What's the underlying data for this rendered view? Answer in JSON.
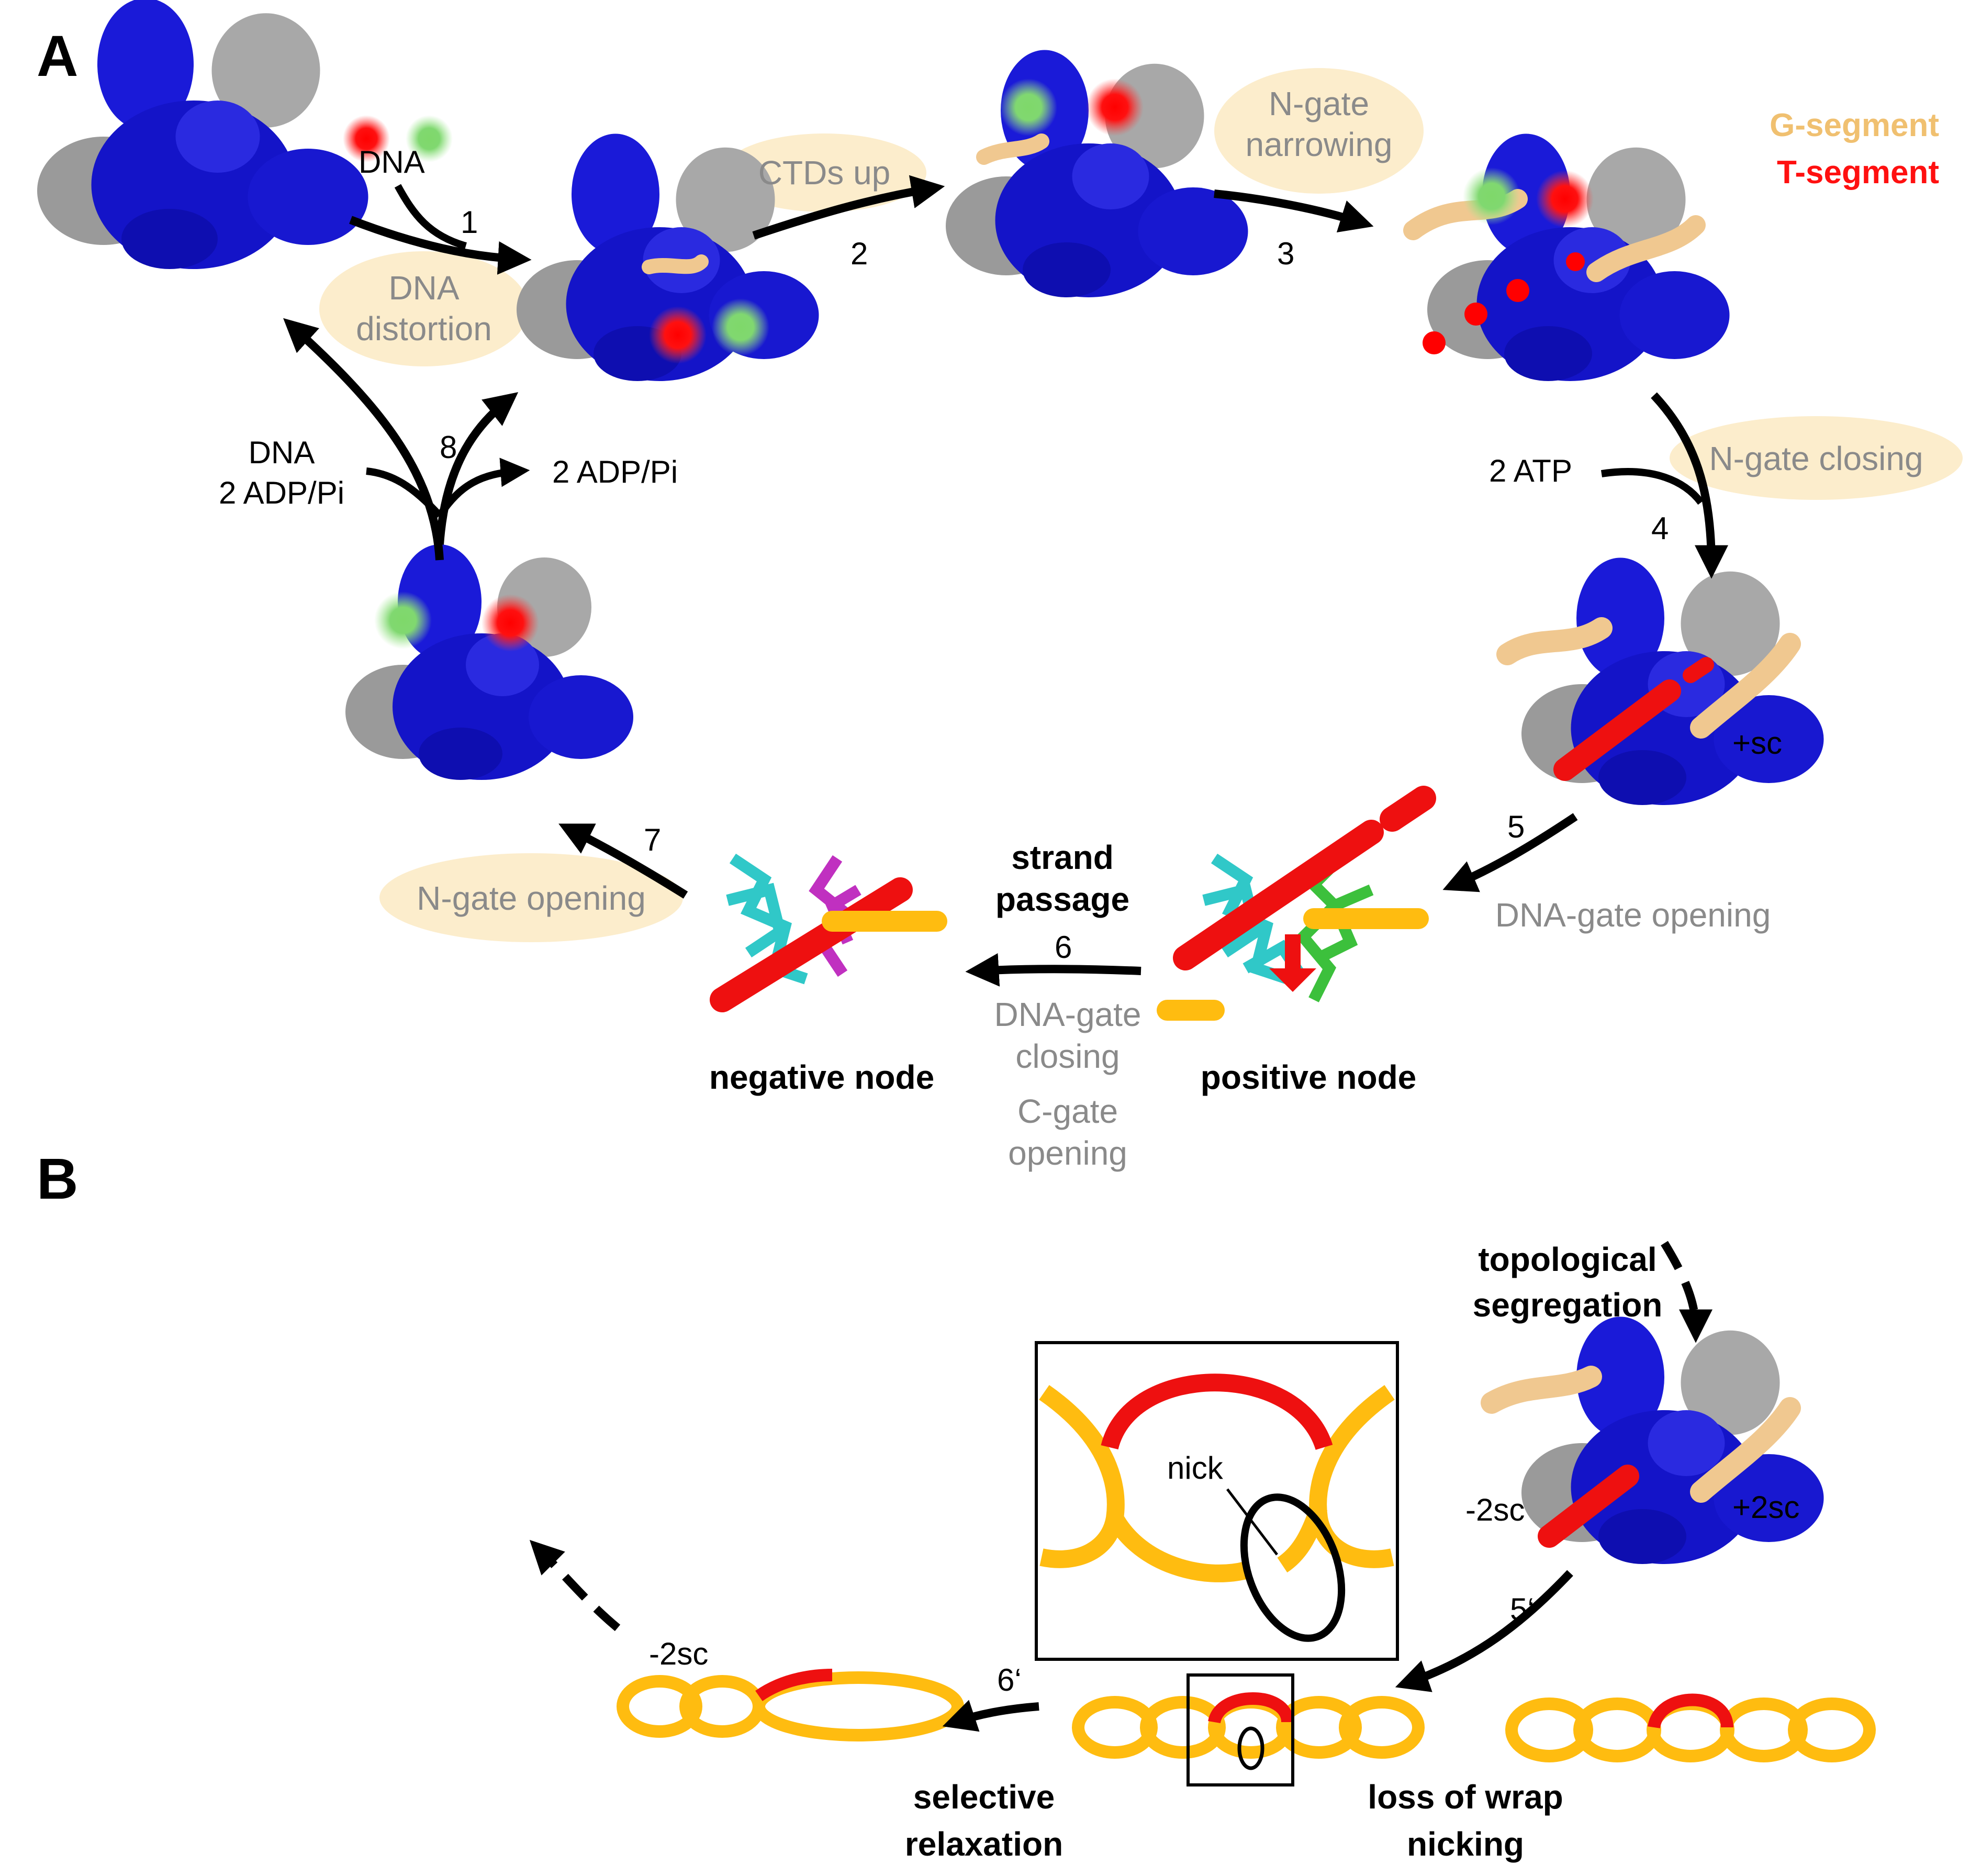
{
  "panels": {
    "a": "A",
    "b": "B"
  },
  "legend": {
    "g_segment": "G-segment",
    "t_segment": "T-segment",
    "g_color": "#f0c070",
    "t_color": "#ff1010"
  },
  "steps": {
    "s1": "1",
    "s2": "2",
    "s3": "3",
    "s4": "4",
    "s5": "5",
    "s6": "6",
    "s7": "7",
    "s8": "8",
    "s5p": "5‘",
    "s6p": "6‘"
  },
  "labels": {
    "dna": "DNA",
    "ctds_up": "CTDs up",
    "n_gate_narrowing_1": "N-gate",
    "n_gate_narrowing_2": "narrowing",
    "dna_distortion_1": "DNA",
    "dna_distortion_2": "distortion",
    "n_gate_closing": "N-gate closing",
    "two_atp": "2 ATP",
    "plus_sc": "+sc",
    "dna_gate_opening": "DNA-gate opening",
    "strand_passage_1": "strand",
    "strand_passage_2": "passage",
    "dna_gate_closing_1": "DNA-gate",
    "dna_gate_closing_2": "closing",
    "c_gate_opening_1": "C-gate",
    "c_gate_opening_2": "opening",
    "negative_node": "negative node",
    "positive_node": "positive node",
    "n_gate_opening": "N-gate opening",
    "release_dna": "DNA",
    "release_adp_left": "2 ADP/Pi",
    "release_adp_right": "2 ADP/Pi"
  },
  "labels_b": {
    "topological_1": "topological",
    "segregation_2": "segregation",
    "minus_2sc_right": "-2sc",
    "plus_2sc": "+2sc",
    "nick": "nick",
    "minus_2sc_left": "-2sc",
    "selective_1": "selective",
    "relaxation_2": "relaxation",
    "loss_of_wrap": "loss of wrap",
    "nicking": "nicking"
  },
  "colors": {
    "protein_blue": "#1414c8",
    "protein_gray": "#a0a0a0",
    "highlight": "#fcedcc",
    "dna_yellow": "#ffbc10"
  }
}
